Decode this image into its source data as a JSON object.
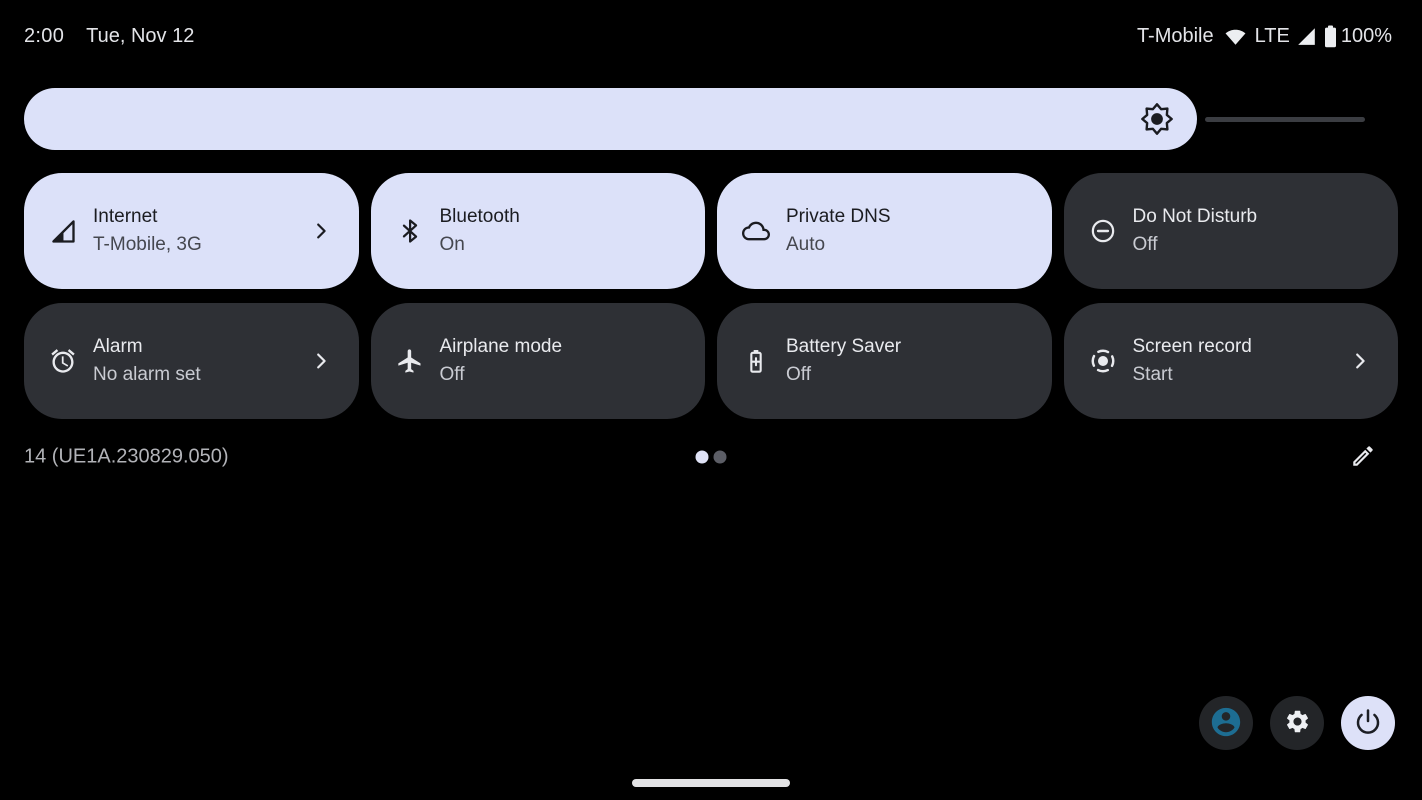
{
  "status_bar": {
    "time": "2:00",
    "date": "Tue, Nov 12",
    "carrier": "T-Mobile",
    "network_type": "LTE",
    "battery_level": "100%"
  },
  "brightness_slider": {
    "percent": 86
  },
  "tiles": [
    {
      "label": "Internet",
      "status": "T-Mobile, 3G",
      "active": true,
      "has_chevron": true,
      "icon": "cellular-signal-icon"
    },
    {
      "label": "Bluetooth",
      "status": "On",
      "active": true,
      "has_chevron": false,
      "icon": "bluetooth-icon"
    },
    {
      "label": "Private DNS",
      "status": "Auto",
      "active": true,
      "has_chevron": false,
      "icon": "cloud-icon"
    },
    {
      "label": "Do Not Disturb",
      "status": "Off",
      "active": false,
      "has_chevron": false,
      "icon": "do-not-disturb-icon"
    },
    {
      "label": "Alarm",
      "status": "No alarm set",
      "active": false,
      "has_chevron": true,
      "icon": "alarm-clock-icon"
    },
    {
      "label": "Airplane mode",
      "status": "Off",
      "active": false,
      "has_chevron": false,
      "icon": "airplane-icon"
    },
    {
      "label": "Battery Saver",
      "status": "Off",
      "active": false,
      "has_chevron": false,
      "icon": "battery-saver-icon"
    },
    {
      "label": "Screen record",
      "status": "Start",
      "active": false,
      "has_chevron": true,
      "icon": "screen-record-icon"
    }
  ],
  "footer": {
    "build_number": "14 (UE1A.230829.050)",
    "page_count": 2,
    "active_page": 1
  },
  "colors": {
    "background": "#000000",
    "tile_active_bg": "#dce1f9",
    "tile_inactive_bg": "#2e3035",
    "fab_bg": "#232528",
    "power_fab_bg": "#dde1f8",
    "avatar_accent": "#1d6d92",
    "slider_track": "#3b3d42",
    "status_text": "#e3e4e8"
  }
}
